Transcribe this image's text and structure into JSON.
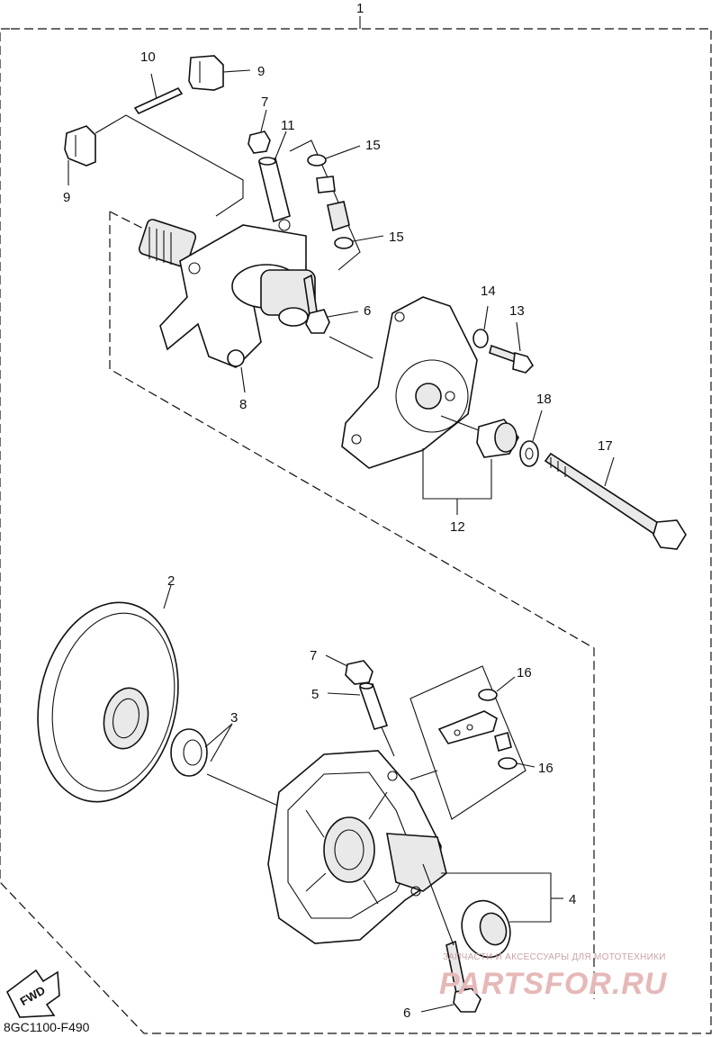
{
  "diagram_code": "8GC1100-F490",
  "fwd_label": "FWD",
  "watermark": {
    "tagline": "ЗАПЧАСТИ И АКСЕССУАРЫ ДЛЯ МОТОТЕХНИКИ",
    "brand": "PARTSFOR.RU"
  },
  "callouts": {
    "c1": "1",
    "c2": "2",
    "c3": "3",
    "c4": "4",
    "c5": "5",
    "c6a": "6",
    "c6b": "6",
    "c7a": "7",
    "c7b": "7",
    "c8": "8",
    "c9a": "9",
    "c9b": "9",
    "c10": "10",
    "c11": "11",
    "c12": "12",
    "c13": "13",
    "c14": "14",
    "c15a": "15",
    "c15b": "15",
    "c16a": "16",
    "c16b": "16",
    "c17": "17",
    "c18": "18"
  }
}
